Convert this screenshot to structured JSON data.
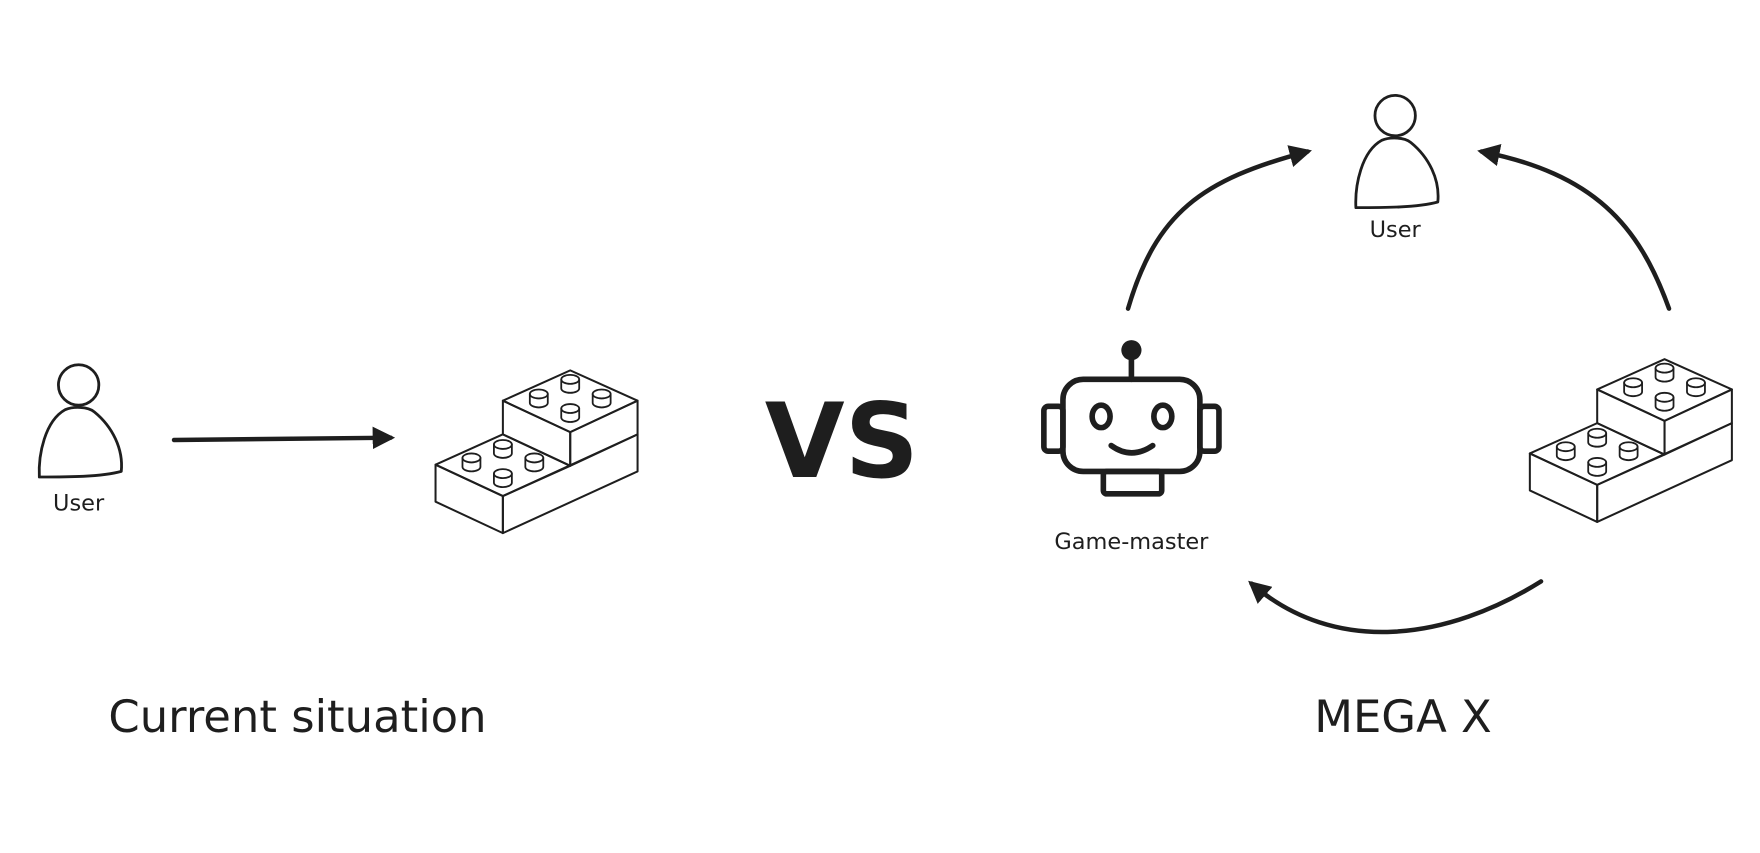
{
  "left": {
    "user_label": "User",
    "caption": "Current situation"
  },
  "center": {
    "vs_label": "VS"
  },
  "right": {
    "user_label": "User",
    "game_master_label": "Game-master",
    "caption": "MEGA X"
  },
  "colors": {
    "ink": "#1e1e1e",
    "background": "#ffffff"
  }
}
